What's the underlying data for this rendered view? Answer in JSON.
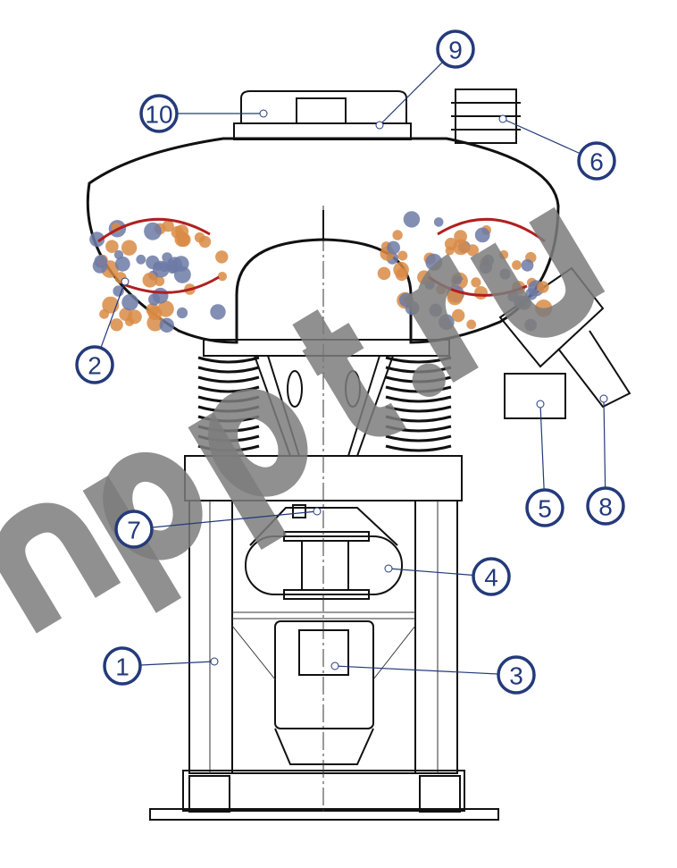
{
  "diagram": {
    "watermark": "nppt.ru",
    "callouts": [
      {
        "id": "1",
        "label": "1"
      },
      {
        "id": "2",
        "label": "2"
      },
      {
        "id": "3",
        "label": "3"
      },
      {
        "id": "4",
        "label": "4"
      },
      {
        "id": "5",
        "label": "5"
      },
      {
        "id": "6",
        "label": "6"
      },
      {
        "id": "7",
        "label": "7"
      },
      {
        "id": "8",
        "label": "8"
      },
      {
        "id": "9",
        "label": "9"
      },
      {
        "id": "10",
        "label": "10"
      }
    ],
    "colors": {
      "callout": "#243a7a",
      "flow_arrow": "#b02020",
      "particle_a": "#d98b45",
      "particle_b": "#6d7aa6"
    }
  }
}
